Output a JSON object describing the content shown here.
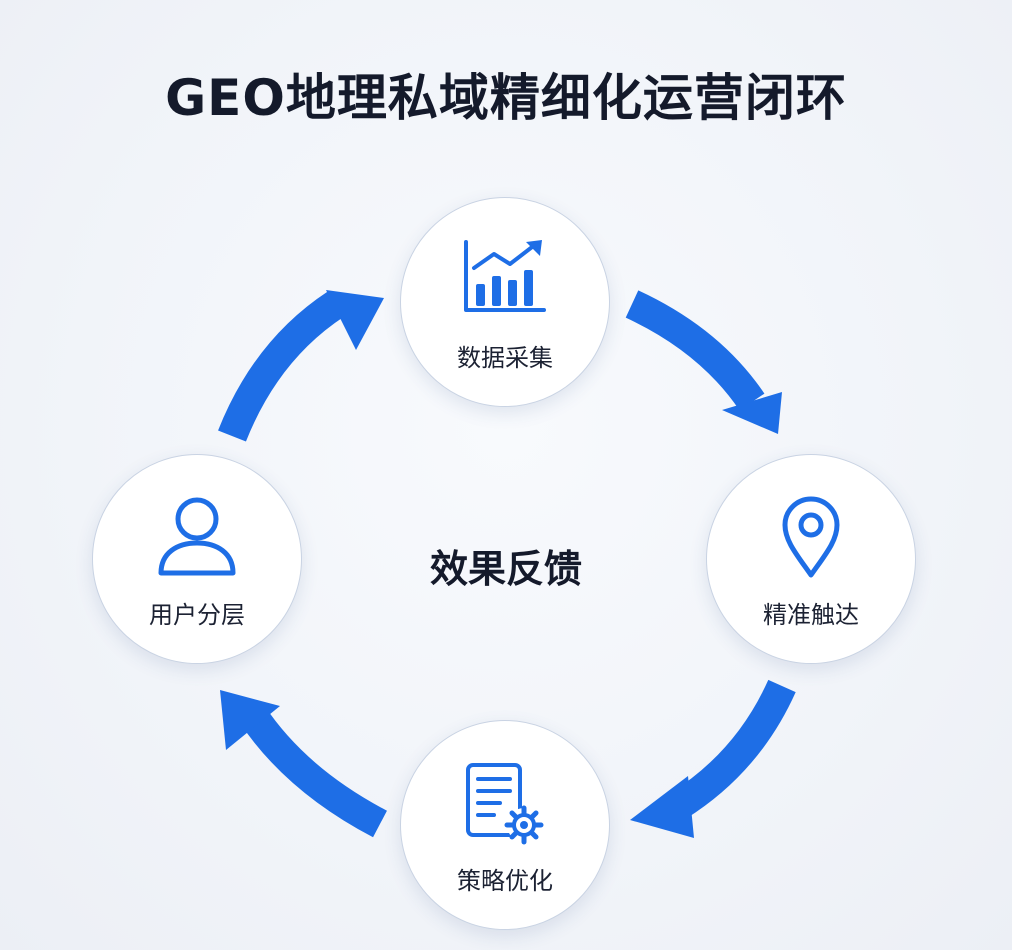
{
  "title": "GEO地理私域精细化运营闭环",
  "center": {
    "label": "效果反馈"
  },
  "nodes": [
    {
      "label": "数据采集",
      "icon": "bar-chart-trend-icon"
    },
    {
      "label": "精准触达",
      "icon": "location-pin-icon"
    },
    {
      "label": "策略优化",
      "icon": "document-gear-icon"
    },
    {
      "label": "用户分层",
      "icon": "user-icon"
    }
  ],
  "flow": {
    "direction": "clockwise",
    "order": [
      "数据采集",
      "精准触达",
      "策略优化",
      "用户分层"
    ]
  },
  "colors": {
    "accent": "#1e6ee6",
    "title": "#141a2b",
    "node_border": "#c9d3e3",
    "background": "#f1f4f9"
  }
}
